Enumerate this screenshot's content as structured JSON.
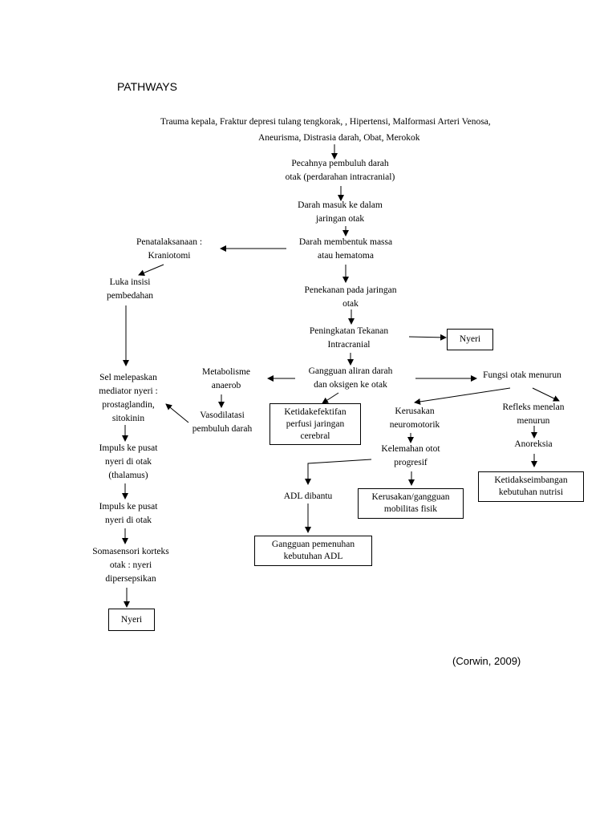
{
  "title": "PATHWAYS",
  "citation": "(Corwin, 2009)",
  "nodes": {
    "causes_line1": "Trauma kepala, Fraktur depresi tulang tengkorak,  , Hipertensi, Malformasi Arteri Venosa,",
    "causes_line2": "Aneurisma, Distrasia darah, Obat, Merokok",
    "rupture": [
      "Pecahnya pembuluh darah",
      "otak (perdarahan intracranial)"
    ],
    "blood_enter": [
      "Darah masuk ke dalam",
      "jaringan otak"
    ],
    "hematoma": [
      "Darah membentuk massa",
      "atau hematoma"
    ],
    "management": [
      "Penatalaksanaan :",
      "Kraniotomi"
    ],
    "incision": [
      "Luka insisi",
      "pembedahan"
    ],
    "compression": [
      "Penekanan pada jaringan",
      "otak"
    ],
    "icp": [
      "Peningkatan Tekanan",
      "Intracranial"
    ],
    "pain_icp": "Nyeri",
    "flow_disorder": [
      "Gangguan aliran darah",
      "dan oksigen ke otak"
    ],
    "anaerob": [
      "Metabolisme",
      "anaerob"
    ],
    "vasodilation": [
      "Vasodilatasi",
      "pembuluh darah"
    ],
    "mediator": [
      "Sel melepaskan",
      "mediator nyeri :",
      "prostaglandin,",
      "sitokinin"
    ],
    "perfusion": [
      "Ketidakefektifan",
      "perfusi jaringan",
      "cerebral"
    ],
    "brain_function": "Fungsi otak menurun",
    "neuromotor": [
      "Kerusakan",
      "neuromotorik"
    ],
    "swallow": [
      "Refleks menelan",
      "menurun"
    ],
    "anorexia": "Anoreksia",
    "nutrition": [
      "Ketidakseimbangan",
      "kebutuhan nutrisi"
    ],
    "weakness": [
      "Kelemahan otot",
      "progresif"
    ],
    "adl_help": "ADL dibantu",
    "mobility": [
      "Kerusakan/gangguan",
      "mobilitas fisik"
    ],
    "adl_disorder": [
      "Gangguan pemenuhan",
      "kebutuhan ADL"
    ],
    "impulse1": [
      "Impuls ke pusat",
      "nyeri di otak",
      "(thalamus)"
    ],
    "impulse2": [
      "Impuls ke pusat",
      "nyeri di otak"
    ],
    "somatosensory": [
      "Somasensori korteks",
      "otak :  nyeri",
      "dipersepsikan"
    ],
    "pain_final": "Nyeri"
  }
}
